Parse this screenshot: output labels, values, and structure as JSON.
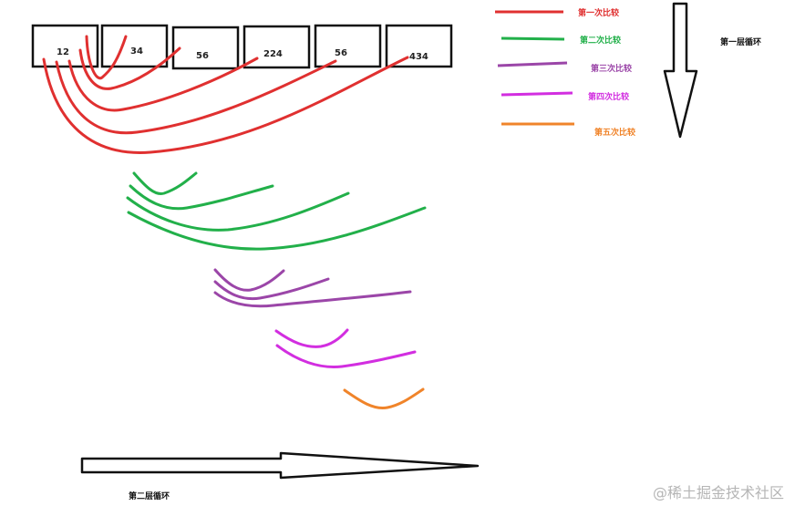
{
  "array_values": [
    "12",
    "34",
    "56",
    "224",
    "56",
    "434"
  ],
  "legend": [
    {
      "label": "第一次比较",
      "color": "#e03030"
    },
    {
      "label": "第二次比较",
      "color": "#22b04a"
    },
    {
      "label": "第三次比较",
      "color": "#9b46a8"
    },
    {
      "label": "第四次比较",
      "color": "#d22ee0"
    },
    {
      "label": "第五次比较",
      "color": "#f0842a"
    }
  ],
  "outer_loop_label": "第一层循环",
  "inner_loop_label": "第二层循环",
  "watermark": "@稀土掘金技术社区"
}
